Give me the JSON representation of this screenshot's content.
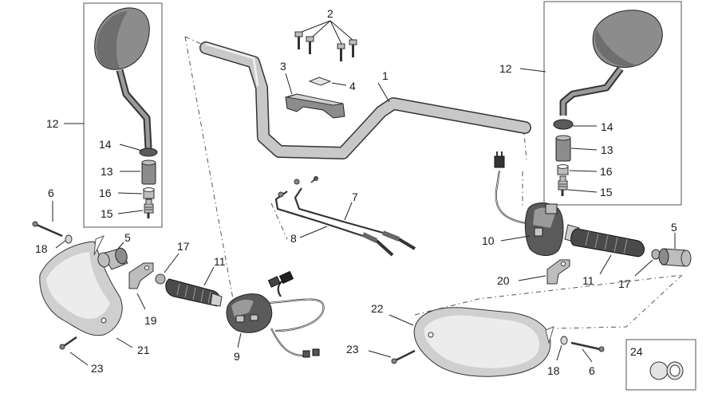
{
  "callouts": [
    {
      "id": "c1",
      "text": "1"
    },
    {
      "id": "c2",
      "text": "2"
    },
    {
      "id": "c3",
      "text": "3"
    },
    {
      "id": "c4",
      "text": "4"
    },
    {
      "id": "c5l",
      "text": "5"
    },
    {
      "id": "c5r",
      "text": "5"
    },
    {
      "id": "c6l",
      "text": "6"
    },
    {
      "id": "c6r",
      "text": "6"
    },
    {
      "id": "c7",
      "text": "7"
    },
    {
      "id": "c8",
      "text": "8"
    },
    {
      "id": "c9",
      "text": "9"
    },
    {
      "id": "c10",
      "text": "10"
    },
    {
      "id": "c11l",
      "text": "11"
    },
    {
      "id": "c11r",
      "text": "11"
    },
    {
      "id": "c12l",
      "text": "12"
    },
    {
      "id": "c12r",
      "text": "12"
    },
    {
      "id": "c13l",
      "text": "13"
    },
    {
      "id": "c13r",
      "text": "13"
    },
    {
      "id": "c14l",
      "text": "14"
    },
    {
      "id": "c14r",
      "text": "14"
    },
    {
      "id": "c15l",
      "text": "15"
    },
    {
      "id": "c15r",
      "text": "15"
    },
    {
      "id": "c16l",
      "text": "16"
    },
    {
      "id": "c16r",
      "text": "16"
    },
    {
      "id": "c17l",
      "text": "17"
    },
    {
      "id": "c17r",
      "text": "17"
    },
    {
      "id": "c18l",
      "text": "18"
    },
    {
      "id": "c18r",
      "text": "18"
    },
    {
      "id": "c19",
      "text": "19"
    },
    {
      "id": "c20",
      "text": "20"
    },
    {
      "id": "c21",
      "text": "21"
    },
    {
      "id": "c22",
      "text": "22"
    },
    {
      "id": "c23l",
      "text": "23"
    },
    {
      "id": "c23r",
      "text": "23"
    },
    {
      "id": "c24",
      "text": "24"
    }
  ]
}
